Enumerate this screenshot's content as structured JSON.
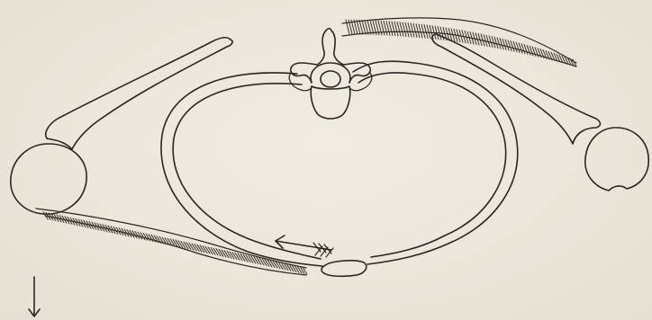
{
  "figure": {
    "type": "anatomical-cross-section-diagram",
    "background_color": "#ece6dc",
    "ink_color": "#2b2622",
    "components": [
      "vertebra",
      "thoracic-cavity-ring",
      "left-scapula",
      "right-scapula",
      "left-humeral-head",
      "right-humeral-head",
      "sternum",
      "upper-right-hatched-muscle",
      "lower-left-hatched-muscle",
      "direction-arrow-left",
      "direction-arrow-down"
    ]
  }
}
